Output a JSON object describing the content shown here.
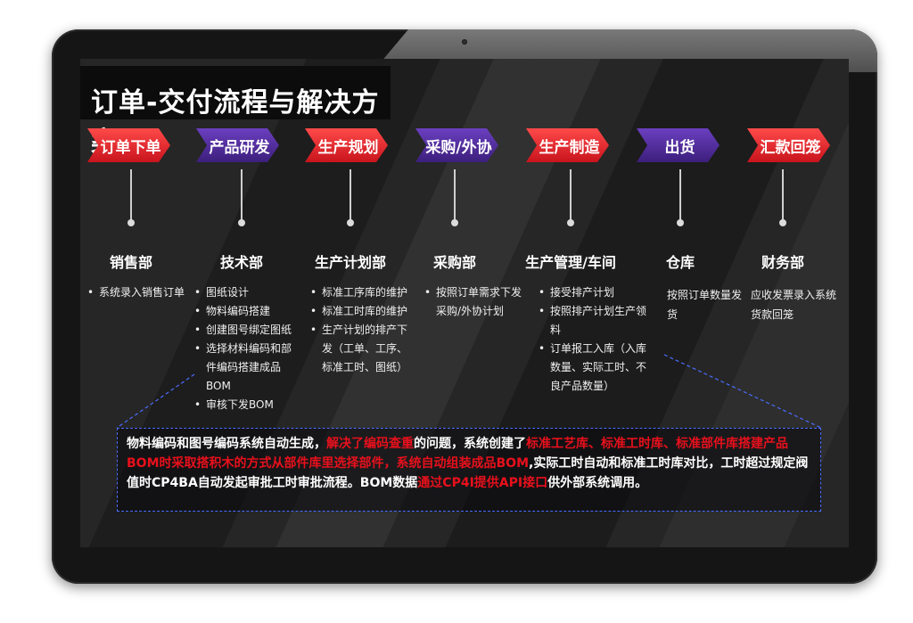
{
  "title": "订单-交付流程与解决方案",
  "colors": {
    "arrow_red": "#e61e26",
    "arrow_purple": "#4b2a9a",
    "highlight": "#e8101c",
    "dashed": "#4a6cff"
  },
  "steps": [
    {
      "label": "订单下单",
      "color": "red",
      "department": "销售部",
      "bullets": [
        "系统录入销售订单"
      ]
    },
    {
      "label": "产品研发",
      "color": "purple",
      "department": "技术部",
      "bullets": [
        "图纸设计",
        "物料编码搭建",
        "创建图号绑定图纸",
        "选择材料编码和部件编码搭建成品BOM",
        "审核下发BOM"
      ]
    },
    {
      "label": "生产规划",
      "color": "red",
      "department": "生产计划部",
      "bullets": [
        "标准工序库的维护",
        "标准工时库的维护",
        "生产计划的排产下发（工单、工序、标准工时、图纸）"
      ]
    },
    {
      "label": "采购/外协",
      "color": "purple",
      "department": "采购部",
      "bullets": [
        "按照订单需求下发采购/外协计划"
      ]
    },
    {
      "label": "生产制造",
      "color": "red",
      "department": "生产管理/车间",
      "bullets": [
        "接受排产计划",
        "按照排产计划生产领料",
        "订单报工入库（入库数量、实际工时、不良产品数量）"
      ]
    },
    {
      "label": "出货",
      "color": "purple",
      "department": "仓库",
      "text": "按照订单数量发货"
    },
    {
      "label": "汇款回笼",
      "color": "red",
      "department": "财务部",
      "text": "应收发票录入系统货款回笼"
    }
  ],
  "summary": [
    {
      "text": "物料编码和图号编码系统自动生成，",
      "highlight": false
    },
    {
      "text": "解决了编码查重",
      "highlight": true
    },
    {
      "text": "的问题，系统创建了",
      "highlight": false
    },
    {
      "text": "标准工艺库、标准工时库、标准部件库搭建产品BOM时采取搭积木的方式从部件库里选择部件，系统自动组装成品BOM",
      "highlight": true
    },
    {
      "text": ",实际工时自动和标准工时库对比，工时超过规定阀值时CP4BA自动发起审批工时审批流程。BOM数据",
      "highlight": false
    },
    {
      "text": "通过CP4I提供API接口",
      "highlight": true
    },
    {
      "text": "供外部系统调用。",
      "highlight": false
    }
  ]
}
